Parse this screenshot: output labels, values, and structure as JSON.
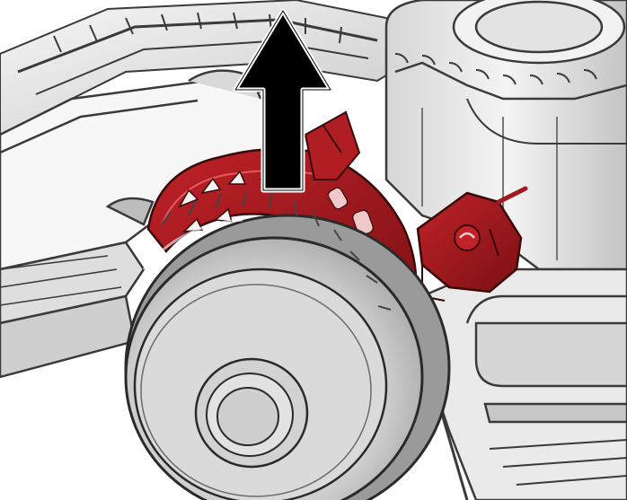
{
  "figure": {
    "arrow_direction": "up",
    "colors": {
      "highlight_part": "#a11a1f",
      "highlight_dark": "#7a1014",
      "body_light": "#ececec",
      "body_mid": "#cfcfcf",
      "body_shadow": "#9b9b9b",
      "outline": "#3a3a3a",
      "arrow_fill": "#000000",
      "arrow_outline": "#ffffff"
    },
    "parts": [
      {
        "name": "tank-housing",
        "highlighted": false
      },
      {
        "name": "upper-frame",
        "highlighted": false
      },
      {
        "name": "left-deck",
        "highlighted": false
      },
      {
        "name": "wheel",
        "highlighted": false
      },
      {
        "name": "ratchet-ring",
        "highlighted": true
      },
      {
        "name": "release-lever",
        "highlighted": true
      },
      {
        "name": "lower-right-frame",
        "highlighted": false
      }
    ]
  }
}
